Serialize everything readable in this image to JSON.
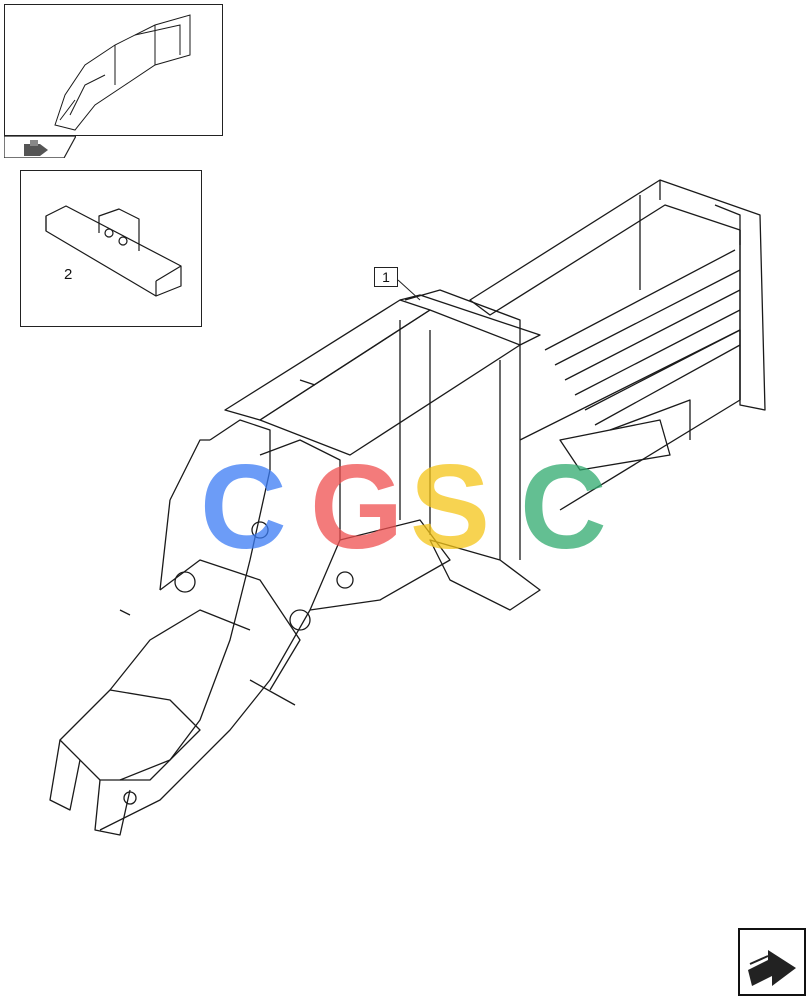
{
  "callouts": {
    "frame_ref": "1",
    "crossmember_ref": "2"
  },
  "watermark": {
    "letters": [
      "C",
      "G",
      "S",
      "C"
    ],
    "colors": [
      "#3b7cf5",
      "#ef4f4f",
      "#f5c518",
      "#2faa6e"
    ]
  },
  "icons": {
    "thumbnail_tab": "hand-pointer-icon",
    "next_page": "next-page-arrow-icon"
  }
}
